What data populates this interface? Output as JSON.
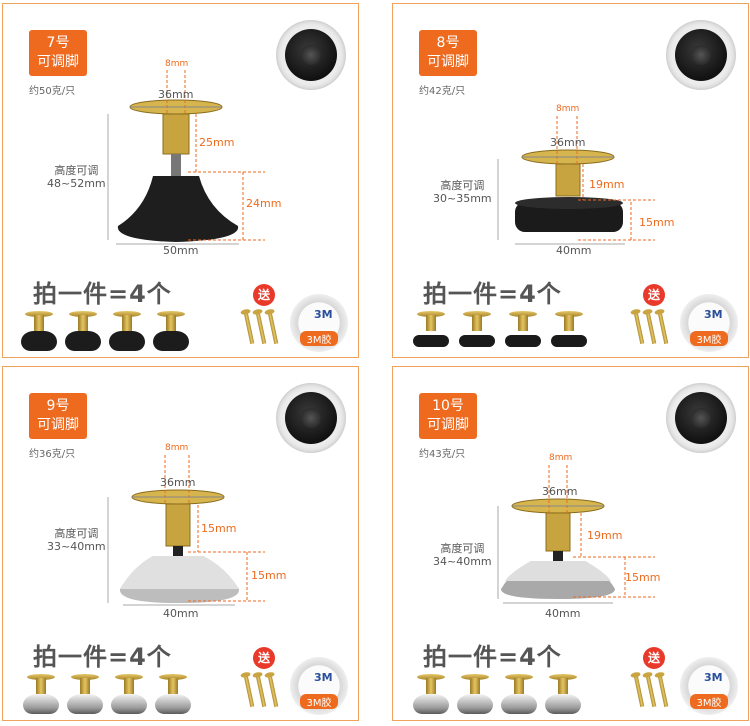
{
  "panels": [
    {
      "badge_num": "7号",
      "badge_name": "可调脚",
      "weight": "约50克/只",
      "top_dim": "8mm",
      "plate_dim": "36mm",
      "upper_dim": "25mm",
      "lower_dim": "24mm",
      "base_dim": "50mm",
      "height_label": "高度可调",
      "height_range": "48~52mm",
      "slogan": "拍一件=4个",
      "gift": "送",
      "tape_brand": "3M",
      "tape_label": "3M胶",
      "base_style": "black"
    },
    {
      "badge_num": "8号",
      "badge_name": "可调脚",
      "weight": "约42克/只",
      "top_dim": "8mm",
      "plate_dim": "36mm",
      "upper_dim": "19mm",
      "lower_dim": "15mm",
      "base_dim": "40mm",
      "height_label": "高度可调",
      "height_range": "30~35mm",
      "slogan": "拍一件=4个",
      "gift": "送",
      "tape_brand": "3M",
      "tape_label": "3M胶",
      "base_style": "puck"
    },
    {
      "badge_num": "9号",
      "badge_name": "可调脚",
      "weight": "约36克/只",
      "top_dim": "8mm",
      "plate_dim": "36mm",
      "upper_dim": "15mm",
      "lower_dim": "15mm",
      "base_dim": "40mm",
      "height_label": "高度可调",
      "height_range": "33~40mm",
      "slogan": "拍一件=4个",
      "gift": "送",
      "tape_brand": "3M",
      "tape_label": "3M胶",
      "base_style": "chrome"
    },
    {
      "badge_num": "10号",
      "badge_name": "可调脚",
      "weight": "约43克/只",
      "top_dim": "8mm",
      "plate_dim": "36mm",
      "upper_dim": "19mm",
      "lower_dim": "15mm",
      "base_dim": "40mm",
      "height_label": "高度可调",
      "height_range": "34~40mm",
      "slogan": "拍一件=4个",
      "gift": "送",
      "tape_brand": "3M",
      "tape_label": "3M胶",
      "base_style": "chrome"
    }
  ],
  "colors": {
    "accent": "#ee6a1e",
    "panel_border": "#f0a15a",
    "gift": "#e8392b"
  }
}
